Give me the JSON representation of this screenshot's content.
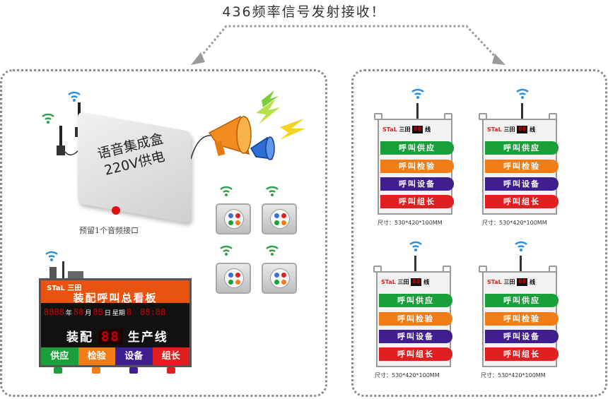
{
  "title": "436频率信号发射接收！",
  "voice_box": {
    "line1": "语音集成盒",
    "line2": "220V供电",
    "note": "预留1个音频接口"
  },
  "icons": {
    "wifi": "wifi-icon",
    "horn": "loudspeaker-icon",
    "lightning": "lightning-icon"
  },
  "colors": {
    "green": "#1aa03a",
    "orange": "#f07d16",
    "purple": "#3f1f8f",
    "red": "#e02020",
    "board_orange": "#e8540f"
  },
  "big_board": {
    "logo_text": "STaL",
    "brand": "三田",
    "title": "装配呼叫总看板",
    "date_digits": "8888",
    "year_label": "年",
    "month_digits": "88",
    "month_label": "月",
    "day_digits": "88",
    "day_label": "日",
    "week_label": "星期",
    "week_digit": "8",
    "time_digits": "88:88",
    "line_prefix": "装配",
    "line_digits": "88",
    "line_suffix": "生产线",
    "buttons": [
      "供应",
      "检验",
      "设备",
      "组长"
    ]
  },
  "small_boards": [
    {
      "logo_text": "STaL",
      "brand": "三田",
      "line_digits": "88",
      "line_label": "线",
      "rows": [
        "呼叫供应",
        "呼叫检验",
        "呼叫设备",
        "呼叫组长"
      ],
      "size": "尺寸：530*420*100MM"
    },
    {
      "logo_text": "STaL",
      "brand": "三田",
      "line_digits": "88",
      "line_label": "线",
      "rows": [
        "呼叫供应",
        "呼叫检验",
        "呼叫设备",
        "呼叫组长"
      ],
      "size": "尺寸：530*420*100MM"
    },
    {
      "logo_text": "STaL",
      "brand": "三田",
      "line_digits": "88",
      "line_label": "线",
      "rows": [
        "呼叫供应",
        "呼叫检验",
        "呼叫设备",
        "呼叫组长"
      ],
      "size": "尺寸：530*420*100MM"
    },
    {
      "logo_text": "STaL",
      "brand": "三田",
      "line_digits": "88",
      "line_label": "线",
      "rows": [
        "呼叫供应",
        "呼叫检验",
        "呼叫设备",
        "呼叫组长"
      ],
      "size": "尺寸：530*420*100MM"
    }
  ]
}
